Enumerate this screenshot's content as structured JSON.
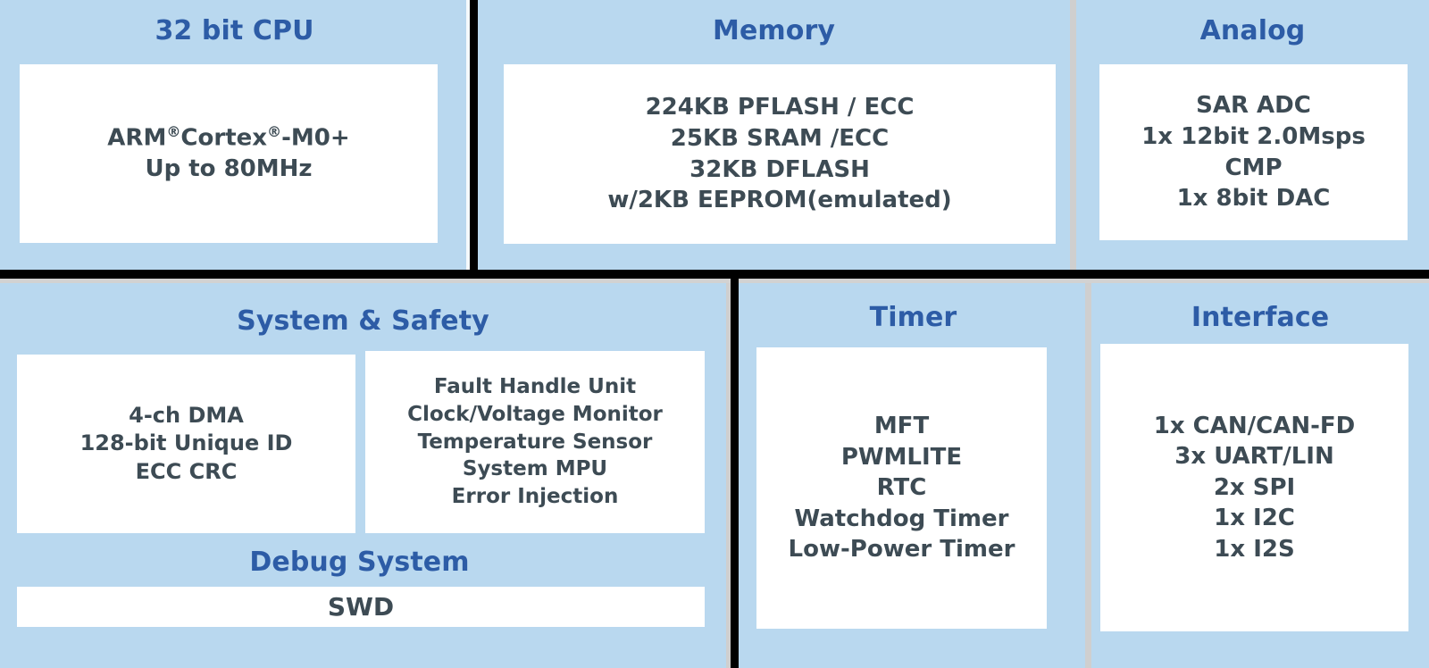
{
  "diagram": {
    "background_color": "#b9d8ef",
    "title_color": "#2d5ca6",
    "body_text_color": "#3d4b54",
    "box_color": "#ffffff",
    "divider_color": "#000000"
  },
  "blocks": {
    "cpu": {
      "title": "32 bit CPU",
      "lines": [
        "ARM® Cortex®-M0+",
        "Up to 80MHz"
      ],
      "line1_parts": {
        "pre": "ARM",
        "mid": "Cortex",
        "post": "-M0+",
        "reg": "®"
      },
      "line2": "Up to 80MHz"
    },
    "memory": {
      "title": "Memory",
      "lines": [
        "224KB PFLASH /  ECC",
        "25KB SRAM /ECC",
        "32KB DFLASH",
        "w/2KB EEPROM(emulated)"
      ]
    },
    "analog": {
      "title": "Analog",
      "lines": [
        "SAR ADC",
        "1x 12bit   2.0Msps",
        "CMP",
        "1x 8bit DAC"
      ]
    },
    "system_safety": {
      "title": "System & Safety",
      "left_lines": [
        "4-ch DMA",
        "128-bit Unique ID",
        "ECC   CRC"
      ],
      "right_lines": [
        "Fault Handle Unit",
        "Clock/Voltage Monitor",
        "Temperature Sensor",
        "System MPU",
        "Error Injection"
      ]
    },
    "debug": {
      "title": "Debug System",
      "lines": [
        "SWD"
      ]
    },
    "timer": {
      "title": "Timer",
      "lines": [
        "MFT",
        "PWMLITE",
        "RTC",
        "Watchdog Timer",
        "Low-Power Timer"
      ]
    },
    "interface": {
      "title": "Interface",
      "lines": [
        "1x CAN/CAN-FD",
        "3x UART/LIN",
        "2x SPI",
        "1x I2C",
        "1x I2S"
      ]
    }
  }
}
